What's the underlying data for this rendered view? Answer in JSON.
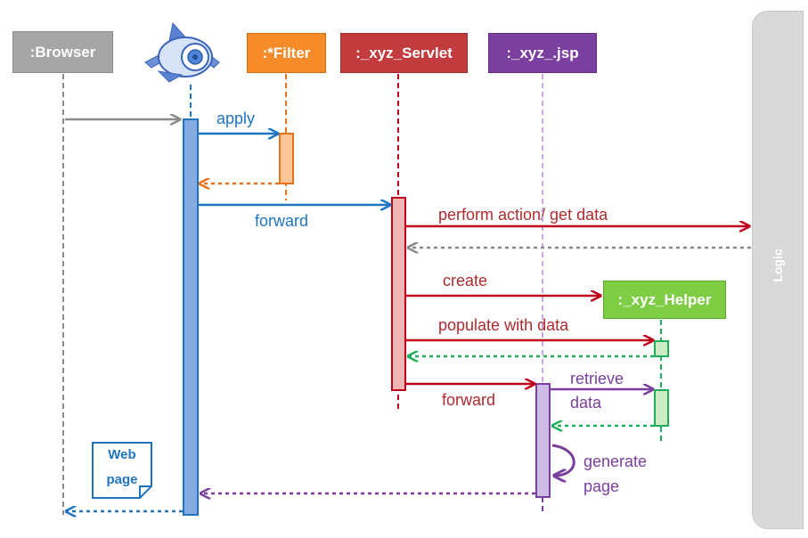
{
  "participants": {
    "browser": ":Browser",
    "filter": ":*Filter",
    "servlet": ":_xyz_Servlet",
    "jsp": ":_xyz_.jsp",
    "helper": ":_xyz_Helper"
  },
  "logic_label": "Logic",
  "messages": {
    "apply": "apply",
    "forward_to_servlet": "forward",
    "perform_action": "perform action/ get data",
    "create": "create",
    "populate": "populate with data",
    "forward_to_jsp": "forward",
    "retrieve_line1": "retrieve",
    "retrieve_line2": "data",
    "generate_line1": "generate",
    "generate_line2": "page"
  },
  "web_page": {
    "line1": "Web",
    "line2": "page"
  },
  "colors": {
    "browser": "#9e9e9e",
    "appengine": "#1f74c2",
    "filter": "#f68b2a",
    "servlet": "#c0393b",
    "jsp": "#7a3e9d",
    "helper": "#7ac943",
    "logic": "#d9d9d9"
  },
  "icons": {
    "appengine": "google-app-engine-icon"
  }
}
